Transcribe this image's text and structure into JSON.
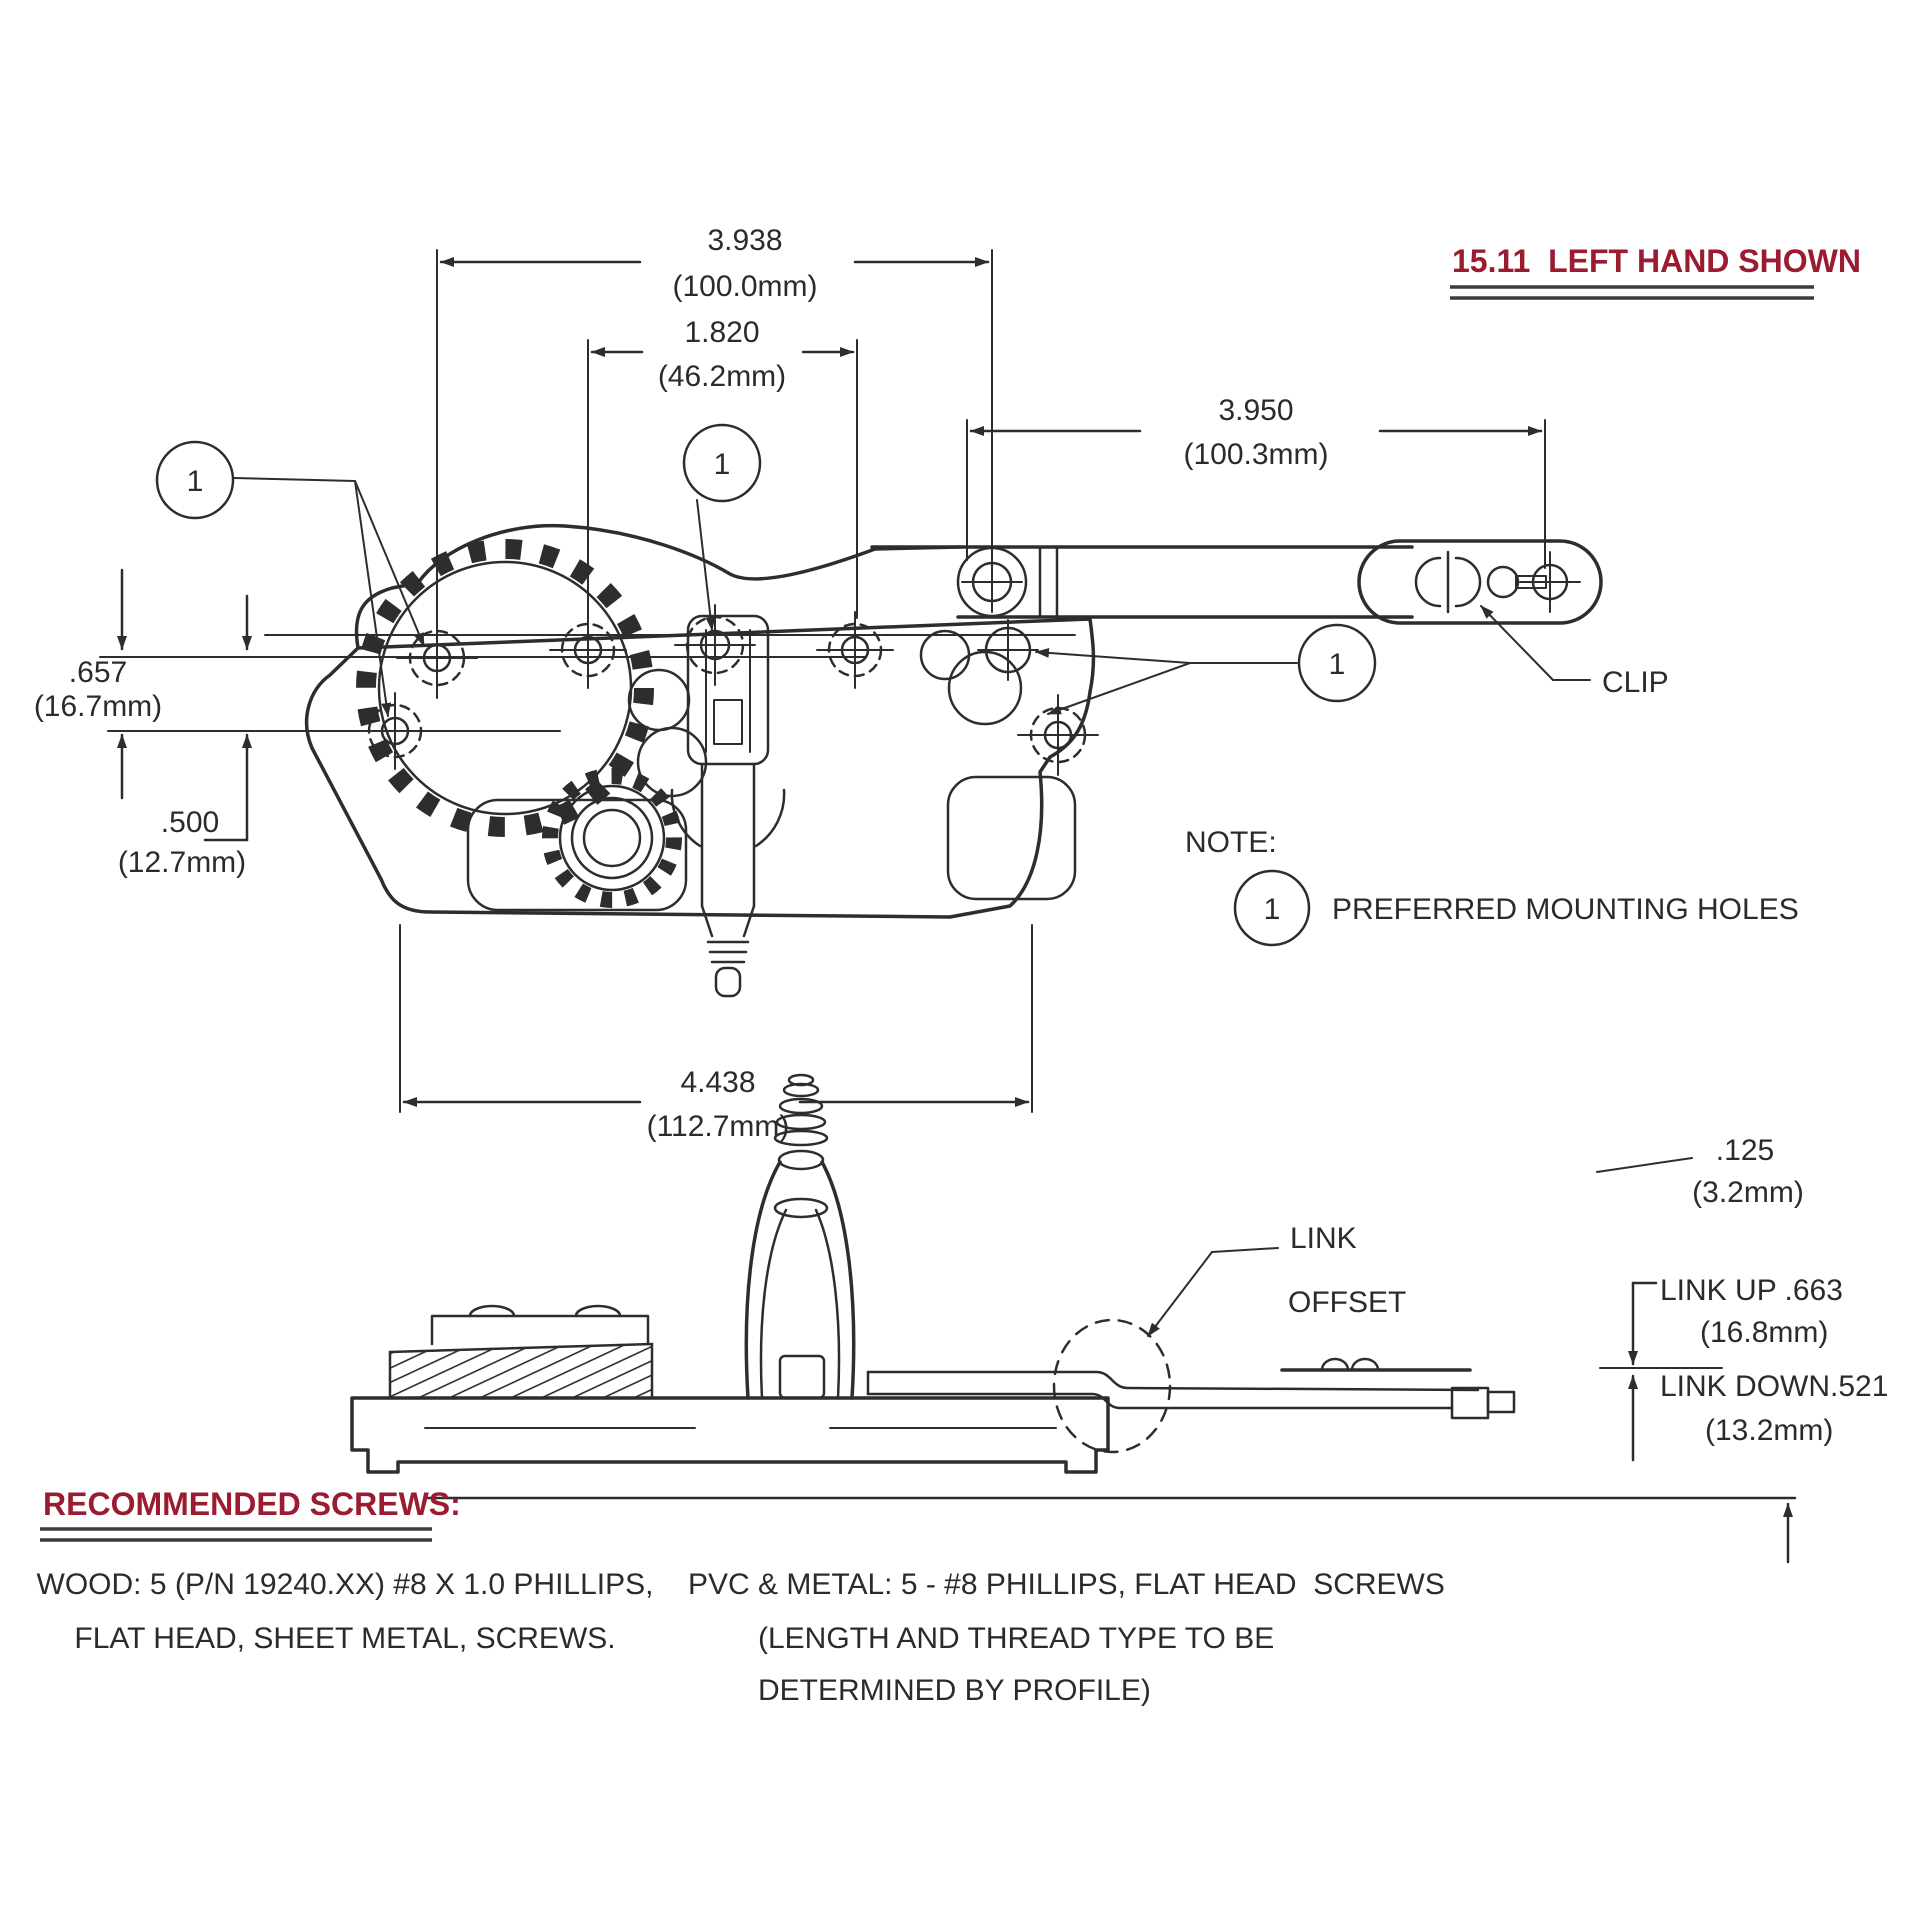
{
  "title": "15.11  LEFT HAND SHOWN",
  "colors": {
    "accent_red": "#9b1b30",
    "line_color": "#2d2d2d"
  },
  "callout_number": "1",
  "dimensions": {
    "overall_width": {
      "inches": "3.938",
      "metric": "(100.0mm)"
    },
    "hole_spacing": {
      "inches": "1.820",
      "metric": "(46.2mm)"
    },
    "arm_length": {
      "inches": "3.950",
      "metric": "(100.3mm)"
    },
    "offset_top": {
      "inches": ".657",
      "metric": "(16.7mm)"
    },
    "offset_bottom": {
      "inches": ".500",
      "metric": "(12.7mm)"
    },
    "base_width": {
      "inches": "4.438",
      "metric": "(112.7mm)"
    },
    "link_thickness": {
      "inches": ".125",
      "metric": "(3.2mm)"
    },
    "link_up": {
      "label": "LINK UP .663",
      "metric": "(16.8mm)"
    },
    "link_down": {
      "label": "LINK DOWN.521",
      "metric": "(13.2mm)"
    }
  },
  "labels": {
    "clip": "CLIP",
    "link_offset_line1": "LINK",
    "link_offset_line2": "OFFSET",
    "note_heading": "NOTE:",
    "note_text": "PREFERRED MOUNTING HOLES"
  },
  "screws": {
    "heading": "RECOMMENDED SCREWS:",
    "wood": {
      "line1": "WOOD: 5 (P/N 19240.XX) #8 X 1.0 PHILLIPS,",
      "line2": "FLAT HEAD, SHEET METAL, SCREWS."
    },
    "pvc_metal": {
      "line1": "PVC & METAL: 5 - #8 PHILLIPS, FLAT HEAD  SCREWS",
      "line2": "(LENGTH AND THREAD TYPE TO BE",
      "line3": "DETERMINED BY PROFILE)"
    }
  }
}
